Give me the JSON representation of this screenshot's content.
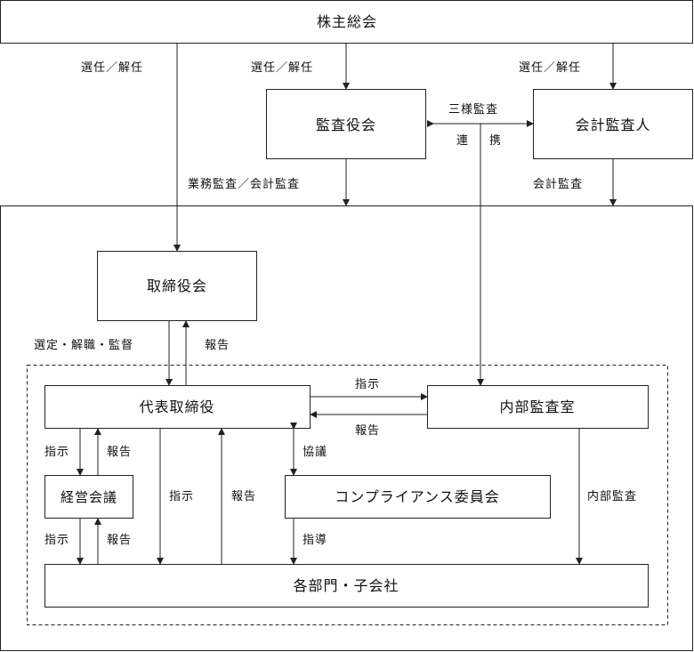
{
  "nodes": {
    "shareholders": "株主総会",
    "audit_board": "監査役会",
    "accounting_auditor": "会計監査人",
    "board": "取締役会",
    "representative_director": "代表取締役",
    "internal_audit_office": "内部監査室",
    "management_meeting": "経営会議",
    "compliance_committee": "コンプライアンス委員会",
    "departments": "各部門・子会社"
  },
  "edges": {
    "appoint_dismiss_board": "選任／解任",
    "appoint_dismiss_audit": "選任／解任",
    "appoint_dismiss_accounting": "選任／解任",
    "three_way_audit": "三様監査",
    "cooperation_1": "連",
    "cooperation_2": "携",
    "business_accounting_audit": "業務監査／会計監査",
    "accounting_audit": "会計監査",
    "select_dismiss_supervise": "選定・解職・監督",
    "report_to_board": "報告",
    "instruct_internal": "指示",
    "report_from_internal": "報告",
    "instruct_meeting": "指示",
    "report_meeting": "報告",
    "instruct_departments": "指示",
    "report_departments": "報告",
    "consult": "協議",
    "meeting_instruct": "指示",
    "meeting_report": "報告",
    "guidance": "指導",
    "internal_audit": "内部監査"
  },
  "colors": {
    "line": "#222222",
    "text": "#111111",
    "background": "#ffffff"
  }
}
